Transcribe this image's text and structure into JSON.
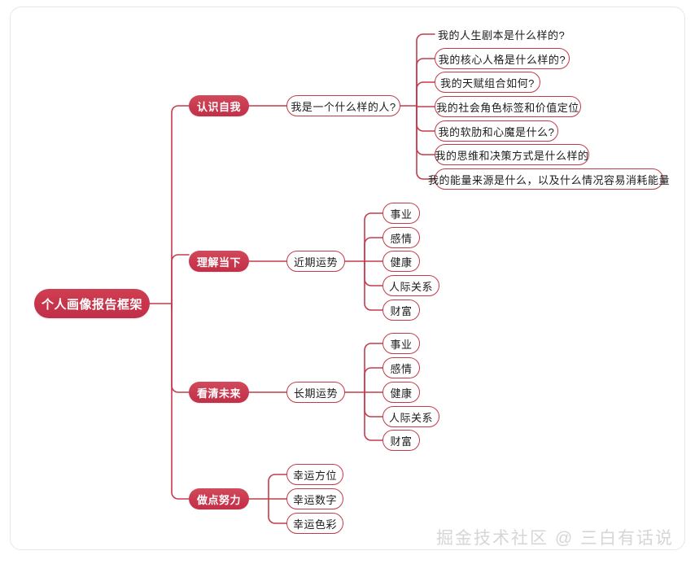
{
  "theme": {
    "accent": "#c33b4a",
    "node_fill": "#c8384e",
    "node_text_on_fill": "#ffffff",
    "outline_text": "#1b1b1b",
    "card_border": "#e6e6e6",
    "watermark_color": "#d6d6d6",
    "background": "#ffffff"
  },
  "mindmap": {
    "root": {
      "label": "个人画像报告框架"
    },
    "branches": [
      {
        "label": "认识自我",
        "mid": {
          "label": "我是一个什么样的人?"
        },
        "leaves": [
          {
            "label": "我的人生剧本是什么样的?",
            "style": "plain"
          },
          {
            "label": "我的核心人格是什么样的?",
            "style": "outline"
          },
          {
            "label": "我的天赋组合如何?",
            "style": "outline"
          },
          {
            "label": "我的社会角色标签和价值定位",
            "style": "outline"
          },
          {
            "label": "我的软肋和心魔是什么?",
            "style": "outline"
          },
          {
            "label": "我的思维和决策方式是什么样的",
            "style": "outline"
          },
          {
            "label": "我的能量来源是什么，以及什么情况容易消耗能量",
            "style": "outline"
          }
        ]
      },
      {
        "label": "理解当下",
        "mid": {
          "label": "近期运势"
        },
        "leaves": [
          {
            "label": "事业",
            "style": "outline"
          },
          {
            "label": "感情",
            "style": "outline"
          },
          {
            "label": "健康",
            "style": "outline"
          },
          {
            "label": "人际关系",
            "style": "outline"
          },
          {
            "label": "财富",
            "style": "outline"
          }
        ]
      },
      {
        "label": "看清未来",
        "mid": {
          "label": "长期运势"
        },
        "leaves": [
          {
            "label": "事业",
            "style": "outline"
          },
          {
            "label": "感情",
            "style": "outline"
          },
          {
            "label": "健康",
            "style": "outline"
          },
          {
            "label": "人际关系",
            "style": "outline"
          },
          {
            "label": "财富",
            "style": "outline"
          }
        ]
      },
      {
        "label": "做点努力",
        "mid": null,
        "leaves": [
          {
            "label": "幸运方位",
            "style": "outline"
          },
          {
            "label": "幸运数字",
            "style": "outline"
          },
          {
            "label": "幸运色彩",
            "style": "outline"
          }
        ]
      }
    ]
  },
  "watermark": {
    "text": "掘金技术社区 @ 三白有话说"
  }
}
